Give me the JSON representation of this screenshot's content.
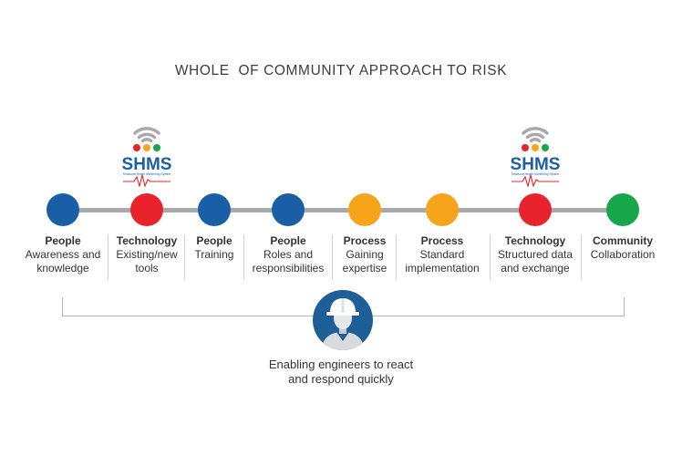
{
  "title": "WHOLE  OF COMMUNITY APPROACH TO RISK",
  "logo": {
    "text": "SHMS",
    "subtitle": "Structural Health Monitoring System"
  },
  "steps": [
    {
      "category": "People",
      "description": "Awareness and\nknowledge",
      "color": "#1a5fa6"
    },
    {
      "category": "Technology",
      "description": "Existing/new\ntools",
      "color": "#e8232b"
    },
    {
      "category": "People",
      "description": "Training",
      "color": "#1a5fa6"
    },
    {
      "category": "People",
      "description": "Roles and\nresponsibilities",
      "color": "#1a5fa6"
    },
    {
      "category": "Process",
      "description": "Gaining\nexpertise",
      "color": "#f6a51b"
    },
    {
      "category": "Process",
      "description": "Standard\nimplementation",
      "color": "#f6a51b"
    },
    {
      "category": "Technology",
      "description": "Structured data\nand exchange",
      "color": "#e8232b"
    },
    {
      "category": "Community",
      "description": "Collaboration",
      "color": "#17a64a"
    }
  ],
  "caption": "Enabling engineers to react\nand respond quickly",
  "icons": {
    "logo": "shms-signal-logo",
    "avatar": "engineer-hard-hat-icon"
  },
  "colors": {
    "line": "#a7a9ac",
    "avatar_bg": "#1f5f98"
  }
}
